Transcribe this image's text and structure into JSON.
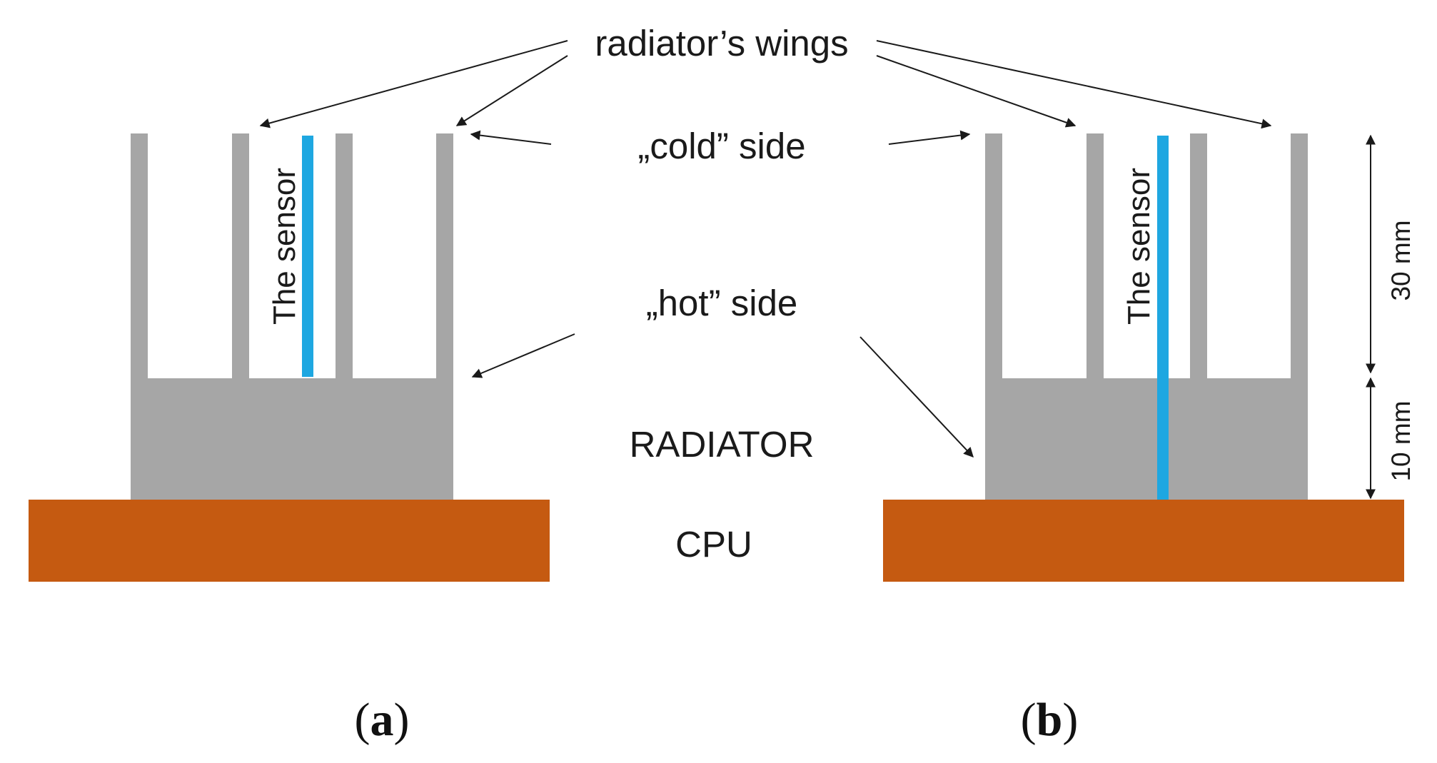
{
  "labels": {
    "wings": "radiator’s wings",
    "cold": "„cold” side",
    "hot": "„hot” side",
    "radiator": "RADIATOR",
    "cpu": "CPU",
    "sensor": "The sensor",
    "dim_wings": "30 mm",
    "dim_base": "10 mm"
  },
  "panels": [
    {
      "open": "(",
      "letter": "a",
      "close": ")"
    },
    {
      "open": "(",
      "letter": "b",
      "close": ")"
    }
  ],
  "colors": {
    "radiator": "#a6a6a6",
    "cpu": "#c55a11",
    "sensor": "#1ea7e1",
    "text": "#1a1a1a"
  }
}
